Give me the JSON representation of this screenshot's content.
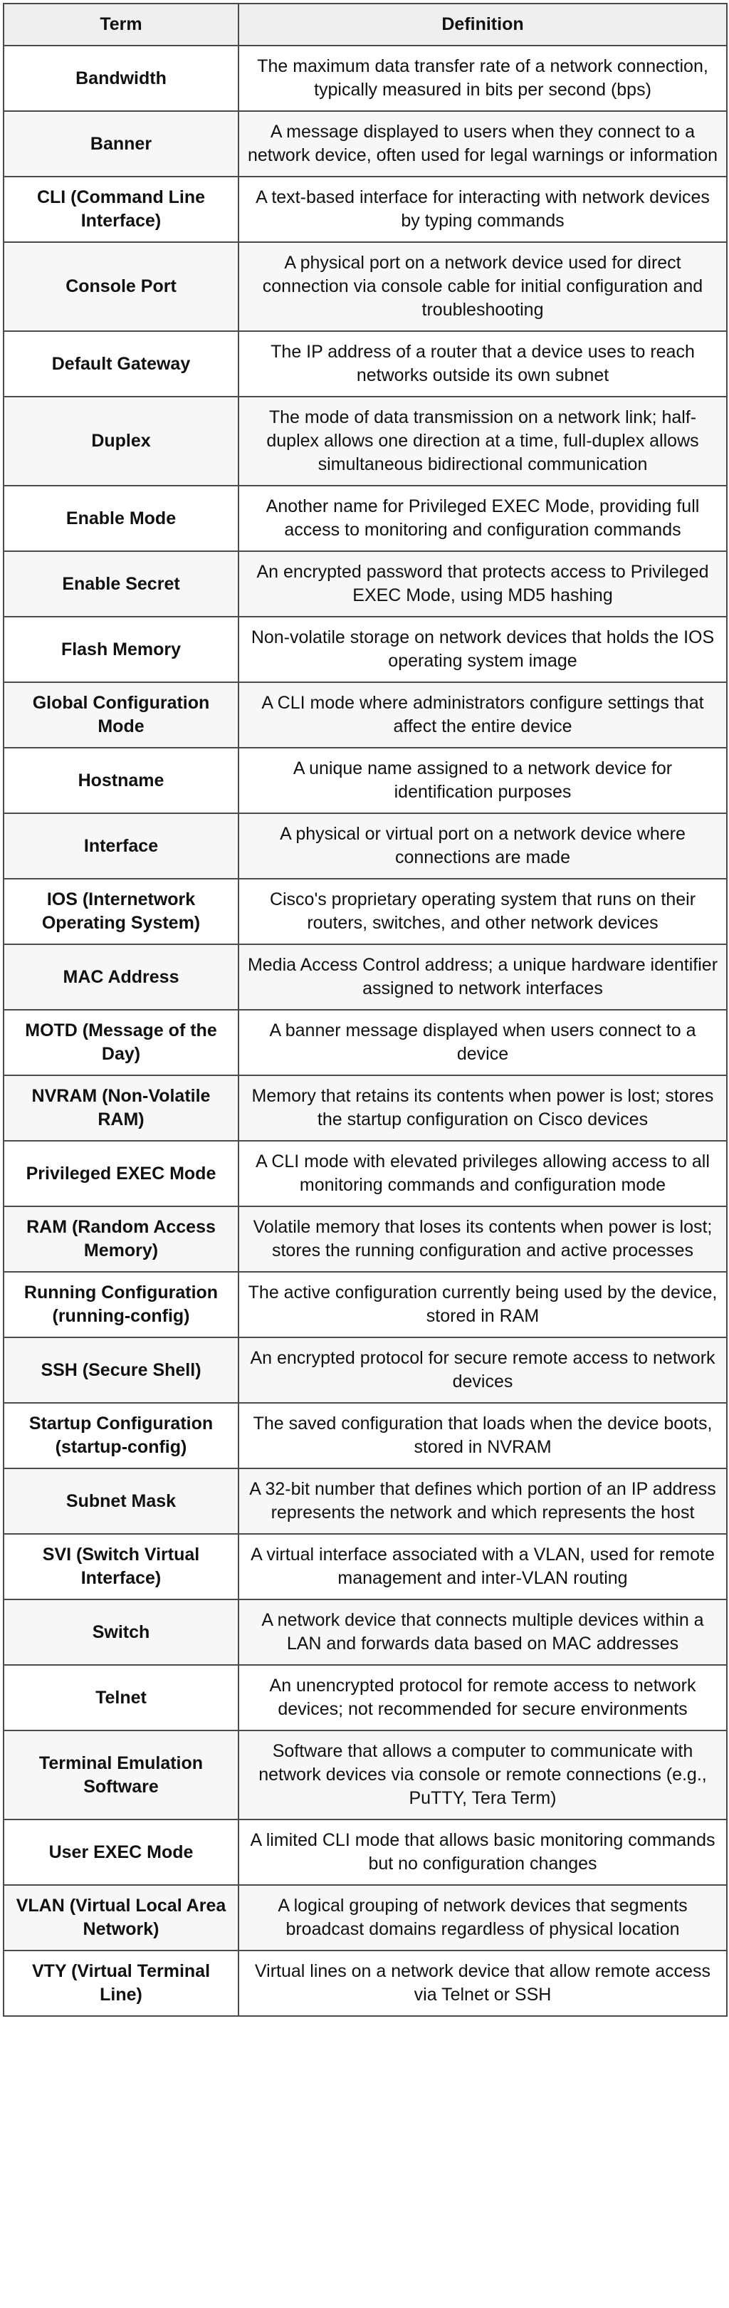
{
  "table": {
    "columns": [
      "Term",
      "Definition"
    ],
    "rows": [
      {
        "term": "Bandwidth",
        "definition": "The maximum data transfer rate of a network connection, typically measured in bits per second (bps)"
      },
      {
        "term": "Banner",
        "definition": "A message displayed to users when they connect to a network device, often used for legal warnings or information"
      },
      {
        "term": "CLI (Command Line Interface)",
        "definition": "A text-based interface for interacting with network devices by typing commands"
      },
      {
        "term": "Console Port",
        "definition": "A physical port on a network device used for direct connection via console cable for initial configuration and troubleshooting"
      },
      {
        "term": "Default Gateway",
        "definition": "The IP address of a router that a device uses to reach networks outside its own subnet"
      },
      {
        "term": "Duplex",
        "definition": "The mode of data transmission on a network link; half-duplex allows one direction at a time, full-duplex allows simultaneous bidirectional communication"
      },
      {
        "term": "Enable Mode",
        "definition": "Another name for Privileged EXEC Mode, providing full access to monitoring and configuration commands"
      },
      {
        "term": "Enable Secret",
        "definition": "An encrypted password that protects access to Privileged EXEC Mode, using MD5 hashing"
      },
      {
        "term": "Flash Memory",
        "definition": "Non-volatile storage on network devices that holds the IOS operating system image"
      },
      {
        "term": "Global Configuration Mode",
        "definition": "A CLI mode where administrators configure settings that affect the entire device"
      },
      {
        "term": "Hostname",
        "definition": "A unique name assigned to a network device for identification purposes"
      },
      {
        "term": "Interface",
        "definition": "A physical or virtual port on a network device where connections are made"
      },
      {
        "term": "IOS (Internetwork Operating System)",
        "definition": "Cisco's proprietary operating system that runs on their routers, switches, and other network devices"
      },
      {
        "term": "MAC Address",
        "definition": "Media Access Control address; a unique hardware identifier assigned to network interfaces"
      },
      {
        "term": "MOTD (Message of the Day)",
        "definition": "A banner message displayed when users connect to a device"
      },
      {
        "term": "NVRAM (Non-Volatile RAM)",
        "definition": "Memory that retains its contents when power is lost; stores the startup configuration on Cisco devices"
      },
      {
        "term": "Privileged EXEC Mode",
        "definition": "A CLI mode with elevated privileges allowing access to all monitoring commands and configuration mode"
      },
      {
        "term": "RAM (Random Access Memory)",
        "definition": "Volatile memory that loses its contents when power is lost; stores the running configuration and active processes"
      },
      {
        "term": "Running Configuration (running-config)",
        "definition": "The active configuration currently being used by the device, stored in RAM"
      },
      {
        "term": "SSH (Secure Shell)",
        "definition": "An encrypted protocol for secure remote access to network devices"
      },
      {
        "term": "Startup Configuration (startup-config)",
        "definition": "The saved configuration that loads when the device boots, stored in NVRAM"
      },
      {
        "term": "Subnet Mask",
        "definition": "A 32-bit number that defines which portion of an IP address represents the network and which represents the host"
      },
      {
        "term": "SVI (Switch Virtual Interface)",
        "definition": "A virtual interface associated with a VLAN, used for remote management and inter-VLAN routing"
      },
      {
        "term": "Switch",
        "definition": "A network device that connects multiple devices within a LAN and forwards data based on MAC addresses"
      },
      {
        "term": "Telnet",
        "definition": "An unencrypted protocol for remote access to network devices; not recommended for secure environments"
      },
      {
        "term": "Terminal Emulation Software",
        "definition": "Software that allows a computer to communicate with network devices via console or remote connections (e.g., PuTTY, Tera Term)"
      },
      {
        "term": "User EXEC Mode",
        "definition": "A limited CLI mode that allows basic monitoring commands but no configuration changes"
      },
      {
        "term": "VLAN (Virtual Local Area Network)",
        "definition": "A logical grouping of network devices that segments broadcast domains regardless of physical location"
      },
      {
        "term": "VTY (Virtual Terminal Line)",
        "definition": "Virtual lines on a network device that allow remote access via Telnet or SSH"
      }
    ]
  }
}
